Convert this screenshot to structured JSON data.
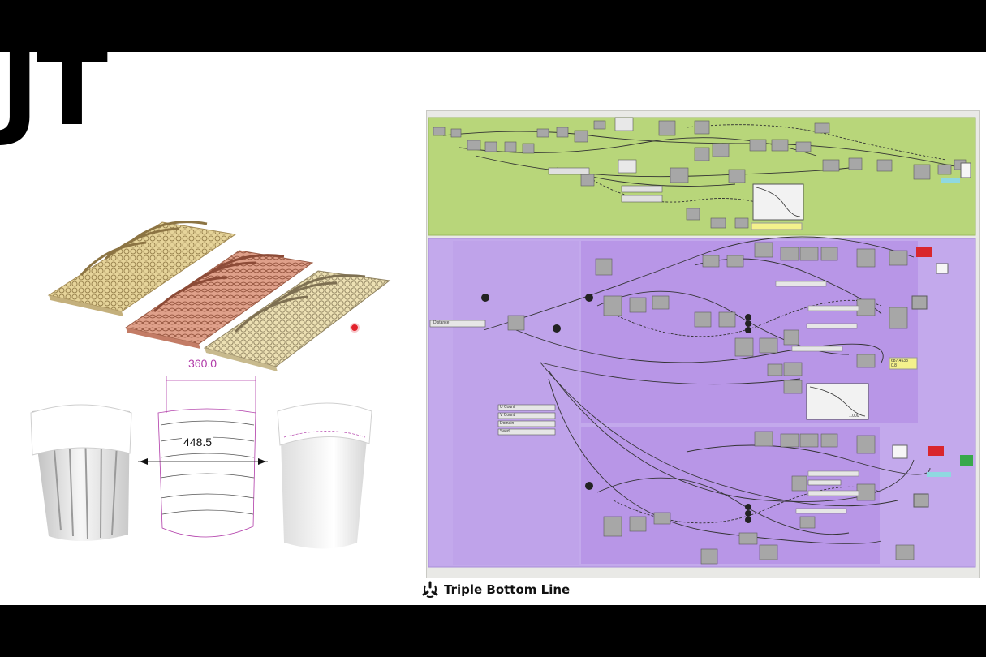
{
  "slide": {
    "title_fragment": "JT",
    "brand": {
      "name": "Triple Bottom Line",
      "logo_icon": "tbl-logo-icon"
    },
    "dimensions": {
      "top": "360.0",
      "middle": "448.5"
    }
  },
  "grasshopper": {
    "groups": [
      {
        "name": "green-group",
        "color": "#b8d67a"
      },
      {
        "name": "purple-group",
        "color": "#c3a9ec"
      }
    ],
    "input_labels": [
      "Distance",
      "U Count",
      "V Count",
      "Domain",
      "Seed"
    ],
    "panel_values": [
      "687.4533",
      "0.8"
    ],
    "graph_reading": "1.000"
  },
  "colors": {
    "green_group": "#b8d67a",
    "purple_group": "#c3a9ec",
    "purple_inner": "#b38ee6",
    "component": "#a7a7a7",
    "alert": "#d9262c",
    "ok": "#38a84a",
    "panel_yellow": "#f4f18c",
    "dimension": "#b03aa8"
  }
}
